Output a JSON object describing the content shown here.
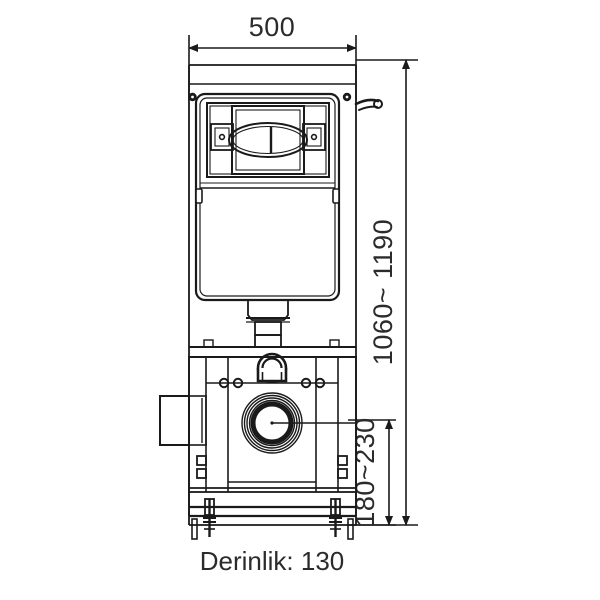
{
  "drawing": {
    "title": "Concealed Cistern Installation Frame - Technical Elevation Drawing",
    "background_color": "#ffffff",
    "line_color": "#1a1a1a",
    "text_color": "#2b2b2b",
    "dimensions": {
      "width_top": {
        "value": "500",
        "name": "overall-width",
        "unit_implied": "mm",
        "orientation": "horizontal",
        "position": "top"
      },
      "height_right_upper": {
        "value": "1060~ 1190",
        "name": "adjustable-overall-height",
        "unit_implied": "mm",
        "orientation": "vertical",
        "position": "right"
      },
      "height_right_lower": {
        "value": "180~230",
        "name": "adjustable-foot-height",
        "unit_implied": "mm",
        "orientation": "vertical",
        "position": "right-lower"
      },
      "depth_bottom": {
        "value": "Derinlik: 130",
        "name": "depth-label",
        "language": "tr",
        "orientation": "horizontal",
        "position": "bottom"
      }
    },
    "components": {
      "flush_plate": "dual-flush-actuator-plate",
      "cistern_body": "concealed-cistern-tank",
      "outlet_pipe": "cistern-flush-outlet-pipe",
      "waste_outlet": "waste-outlet-90mm",
      "water_inlet": "water-inlet-port",
      "bolt_holes_left": "wall-anchor-holes-left",
      "bolt_holes_right": "wall-anchor-holes-right",
      "side_box": "left-side-access-box",
      "adjustable_feet": "threaded-adjustable-feet",
      "hook_bracket": "side-hook-bracket",
      "mount_pins": "toilet-mounting-pins"
    }
  }
}
